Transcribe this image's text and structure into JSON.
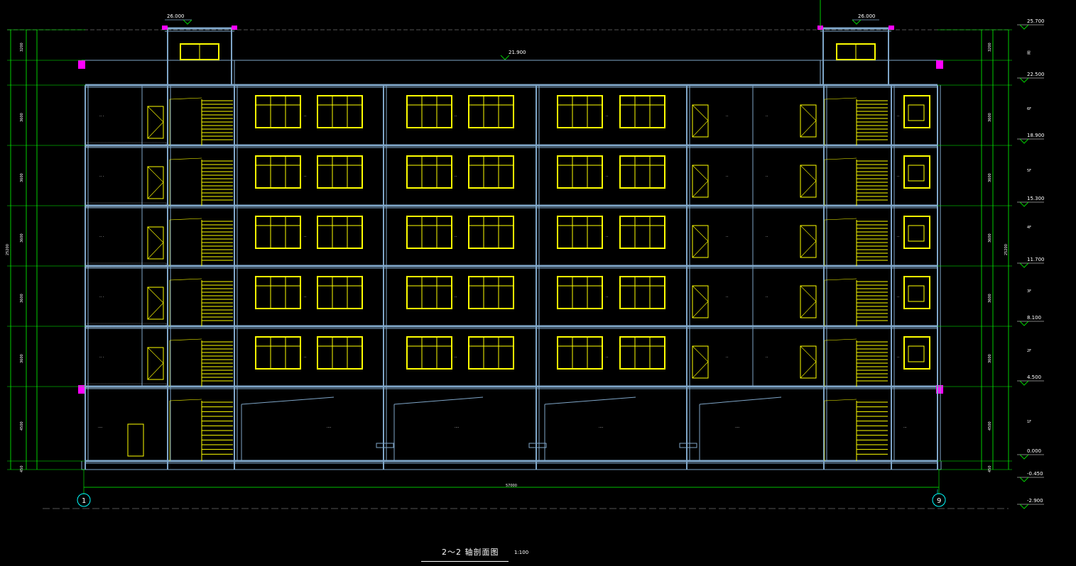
{
  "drawing": {
    "title": "2～2 轴剖面图",
    "scale": "1:100",
    "total_width_dim": "57000",
    "total_height_dim": "25200",
    "axes": [
      "1",
      "9"
    ],
    "elevations": [
      "25.700",
      "22.500",
      "18.900",
      "15.300",
      "11.700",
      "8.100",
      "4.500",
      "0.000",
      "-0.450",
      "-2.900"
    ],
    "top_levels": {
      "stair_left": "26.000",
      "stair_right": "26.000",
      "roof": "21.900"
    },
    "floor_labels": [
      "屋",
      "6F",
      "5F",
      "4F",
      "3F",
      "2F",
      "1F"
    ],
    "outer_dims": [
      "3200",
      "3600",
      "3600",
      "3600",
      "3600",
      "3600",
      "4500",
      "450"
    ],
    "colors": {
      "line": "#7fa6c8",
      "window": "#ffff00",
      "dimension": "#00ff00",
      "text": "#ffffff",
      "hatch": "#cccccc",
      "accent": "#ff00ff",
      "axis": "#00ffff"
    }
  }
}
